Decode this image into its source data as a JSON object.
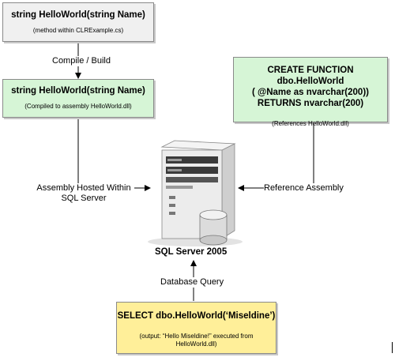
{
  "boxes": {
    "source": {
      "title": "string HelloWorld(string Name)",
      "note": "(method within CLRExample.cs)"
    },
    "compiled": {
      "title": "string HelloWorld(string Name)",
      "note": "(Compiled to assembly HelloWorld.dll)"
    },
    "function": {
      "line1": "CREATE FUNCTION dbo.HelloWorld",
      "line2": "( @Name as nvarchar(200))",
      "line3": "RETURNS nvarchar(200)",
      "note": "(References HelloWorld.dll)"
    },
    "query": {
      "title": "SELECT dbo.HelloWorld(‘Miseldine’)",
      "note1": "(output: “Hello Miseldine!” executed from",
      "note2": "HelloWorld.dll)"
    }
  },
  "labels": {
    "compile": "Compile / Build",
    "hosted1": "Assembly Hosted Within",
    "hosted2": "SQL Server",
    "reference": "Reference Assembly",
    "query": "Database Query"
  },
  "server": {
    "title": "SQL Server 2005"
  },
  "colors": {
    "gray_box": "#f0f0f0",
    "green_box": "#d6f5d6",
    "yellow_box": "#ffef99"
  }
}
